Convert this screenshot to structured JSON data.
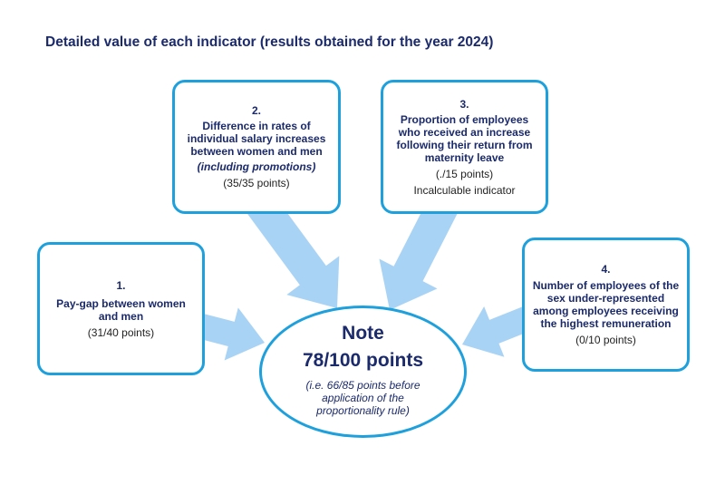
{
  "title": "Detailed value of each indicator (results obtained for the year 2024)",
  "indicators": [
    {
      "num": "1.",
      "label": "Pay-gap between women and men",
      "points": "(31/40 points)"
    },
    {
      "num": "2.",
      "label": "Difference in rates of individual salary increases between women  and men",
      "sub": "(including promotions)",
      "points": "(35/35 points)"
    },
    {
      "num": "3.",
      "label": "Proportion of employees who received an increase following their return from maternity leave",
      "points": "(./15 points)",
      "note": "Incalculable indicator"
    },
    {
      "num": "4.",
      "label": "Number of employees of the sex under-represented among employees receiving the highest remuneration",
      "points": "(0/10 points)"
    }
  ],
  "result": {
    "heading": "Note",
    "score": "78/100 points",
    "detail": "(i.e. 66/85 points before application of the proportionality rule)"
  },
  "colors": {
    "border": "#1ea0dc",
    "arrow": "#a9d3f5",
    "text": "#1b2a6b"
  }
}
